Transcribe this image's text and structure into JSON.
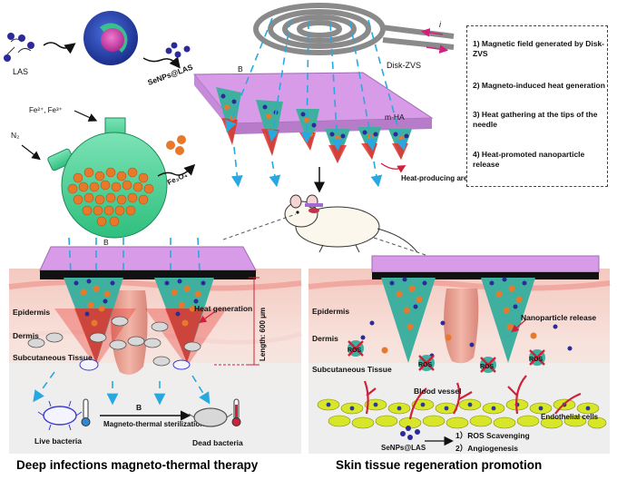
{
  "synthesis": {
    "las_label": "LAS",
    "senps_label": "SeNPs@LAS",
    "fe_ions_label": "Fe²⁺, Fe³⁺",
    "n2_label": "N₂",
    "fe3o4_label": "Fe₃O₄"
  },
  "device": {
    "b_label": "B",
    "coil_label": "Disk-ZVS",
    "current_label": "i",
    "patch_label": "m-HA",
    "heat_areas_label": "Heat-producing areas"
  },
  "steps": [
    "1) Magnetic field generated by Disk-ZVS",
    "2) Magneto-induced heat generation",
    "3) Heat gathering at the tips of the needle",
    "4) Heat-promoted nanoparticle release"
  ],
  "left_panel": {
    "b_label": "B",
    "epidermis": "Epidermis",
    "dermis": "Dermis",
    "subcutaneous": "Subcutaneous Tissue",
    "heat_generation": "Heat generation",
    "length": "Length: 600 μm",
    "live_bacteria": "Live bacteria",
    "dead_bacteria": "Dead bacteria",
    "sterilization": "Magneto-thermal sterilization",
    "b_arrow_label": "B",
    "caption": "Deep infections magneto-thermal therapy"
  },
  "right_panel": {
    "epidermis": "Epidermis",
    "dermis": "Dermis",
    "subcutaneous": "Subcutaneous Tissue",
    "nanoparticle_release": "Nanoparticle release",
    "ros": "ROS",
    "blood_vessel": "Blood vessel",
    "endothelial": "Endothelial cells",
    "senps": "SeNPs@LAS",
    "effect1": "1）ROS Scavenging",
    "effect2": "2）Angiogenesis",
    "caption": "Skin tissue regeneration promotion"
  },
  "colors": {
    "patch": "#d89be8",
    "needle": "#3fb0a0",
    "heat": "#e8312a",
    "nanoparticle_orange": "#e8782a",
    "nanoparticle_blue": "#2a2a9a",
    "field_line": "#29a8e0",
    "flask": "#4fd39a"
  },
  "icons": [
    "coil-icon",
    "flask-icon",
    "mouse-icon",
    "thermometer-icon",
    "bacteria-icon"
  ]
}
